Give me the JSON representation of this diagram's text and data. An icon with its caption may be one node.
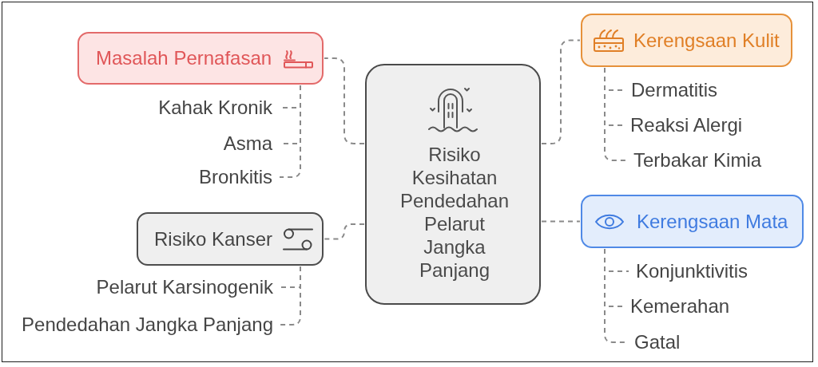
{
  "diagram": {
    "nodes": [
      {
        "text": [
          "Risiko Kesihatan Pendedahan Pelarut Jangka Panjang"
        ]
      },
      {
        "text": [
          "Masalah Pernafasan"
        ]
      },
      {
        "text": [
          "Kahak Kronik"
        ]
      },
      {
        "text": [
          "Asma"
        ]
      },
      {
        "text": [
          "Bronkitis"
        ]
      },
      {
        "text": [
          "Risiko Kanser"
        ]
      },
      {
        "text": [
          "Pelarut Karsinogenik"
        ]
      },
      {
        "text": [
          "Pendedahan Jangka Panjang"
        ]
      },
      {
        "text": [
          "Kerengsaan Kulit"
        ]
      },
      {
        "text": [
          "Dermatitis"
        ]
      },
      {
        "text": [
          "Reaksi Alergi"
        ]
      },
      {
        "text": [
          "Terbakar Kimia"
        ]
      },
      {
        "text": [
          "Kerengsaan Mata"
        ]
      },
      {
        "text": [
          "Konjunktivitis"
        ]
      },
      {
        "text": [
          "Kemerahan"
        ]
      },
      {
        "text": [
          "Gatal"
        ]
      }
    ],
    "edges": [
      {
        "from": 0,
        "to": 1,
        "arrow": "none",
        "style": "dashed"
      },
      {
        "from": 0,
        "to": 5,
        "arrow": "none",
        "style": "dashed"
      },
      {
        "from": 0,
        "to": 8,
        "arrow": "none",
        "style": "dashed"
      },
      {
        "from": 0,
        "to": 12,
        "arrow": "none",
        "style": "dashed"
      },
      {
        "from": 1,
        "to": 2,
        "arrow": "none",
        "style": "dashed"
      },
      {
        "from": 1,
        "to": 3,
        "arrow": "none",
        "style": "dashed"
      },
      {
        "from": 1,
        "to": 4,
        "arrow": "none",
        "style": "dashed"
      },
      {
        "from": 5,
        "to": 6,
        "arrow": "none",
        "style": "dashed"
      },
      {
        "from": 5,
        "to": 7,
        "arrow": "none",
        "style": "dashed"
      },
      {
        "from": 8,
        "to": 9,
        "arrow": "none",
        "style": "dashed"
      },
      {
        "from": 8,
        "to": 10,
        "arrow": "none",
        "style": "dashed"
      },
      {
        "from": 8,
        "to": 11,
        "arrow": "none",
        "style": "dashed"
      },
      {
        "from": 12,
        "to": 13,
        "arrow": "none",
        "style": "dashed"
      },
      {
        "from": 12,
        "to": 14,
        "arrow": "none",
        "style": "dashed"
      },
      {
        "from": 12,
        "to": 15,
        "arrow": "none",
        "style": "dashed"
      }
    ]
  }
}
